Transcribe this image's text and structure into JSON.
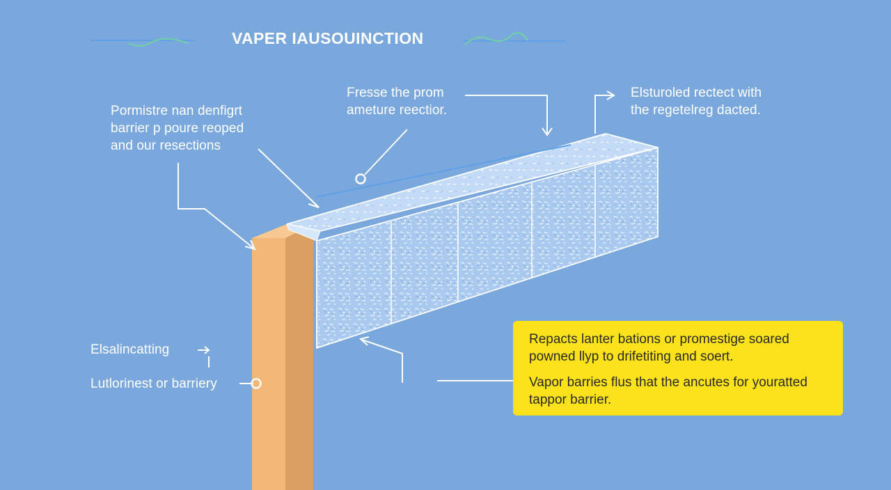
{
  "title": "VAPER IAUSOUINCTION",
  "labels": {
    "top_left": [
      "Pormistre nan denfigrt",
      "barrier p poure reoped",
      "and our resections"
    ],
    "top_center": [
      "Fresse the prom",
      "ameture reectior."
    ],
    "top_right": [
      "Elsturoled rectect with",
      "the regetelreg dacted."
    ],
    "left_upper": "Elsalincatting",
    "left_lower": "Lutlorinest or barriery"
  },
  "callout": {
    "lines_1": [
      "Repacts lanter bations or promestige soared",
      "powned llyp to drifetiting and soert."
    ],
    "lines_2": [
      "Vapor barries flus that the ancutes for youratted",
      "tappor barrier."
    ]
  },
  "colors": {
    "background": "#7aa8dc",
    "callout": "#fbe21a",
    "post_face": "#f2b877",
    "post_side": "#d9a062",
    "barrier_face": "#a9c9ef",
    "barrier_top": "#c3dbf6",
    "line": "#ffffff",
    "wave": "#6fd2a5"
  },
  "icons": [
    "arrow-right-icon",
    "circle-marker-icon"
  ]
}
